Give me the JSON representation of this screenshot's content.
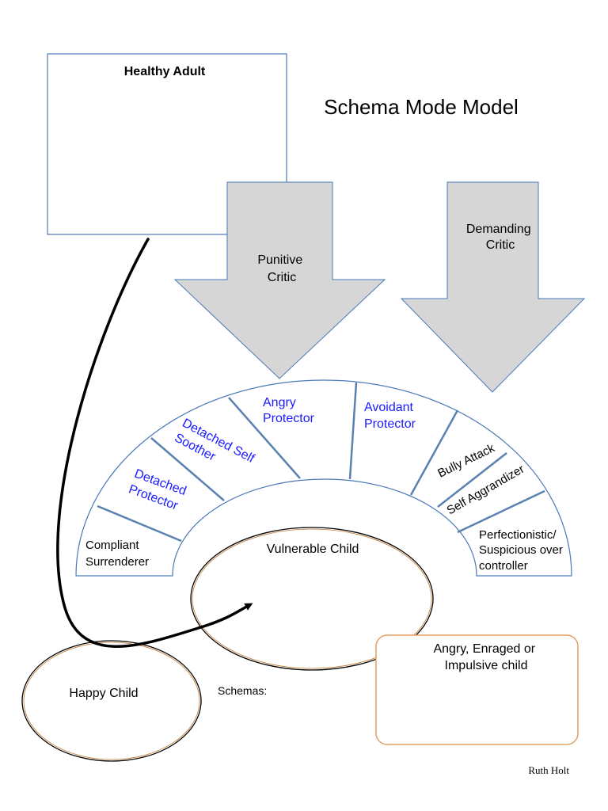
{
  "title": "Schema Mode Model",
  "healthy_adult": "Healthy Adult",
  "punitive_critic": [
    "Punitive",
    "Critic"
  ],
  "demanding_critic": [
    "Demanding",
    "Critic"
  ],
  "arc_modes": {
    "compliant_surrenderer": [
      "Compliant",
      "Surrenderer"
    ],
    "detached_protector": [
      "Detached",
      "Protector"
    ],
    "detached_self_soother": [
      "Detached Self",
      "Soother"
    ],
    "angry_protector": [
      "Angry",
      "Protector"
    ],
    "avoidant_protector": [
      "Avoidant",
      "Protector"
    ],
    "bully_attack": "Bully Attack",
    "self_aggrandizer": "Self Aggrandizer",
    "perfectionistic": [
      "Perfectionistic/",
      "Suspicious over",
      "controller"
    ]
  },
  "vulnerable_child": "Vulnerable Child",
  "happy_child": "Happy Child",
  "schemas_label": "Schemas:",
  "angry_child": [
    "Angry, Enraged or",
    "Impulsive child"
  ],
  "author": "Ruth Holt",
  "colors": {
    "protector_text": "#1a1aff",
    "arrow_fill": "#d6d6d6",
    "box_stroke": "#4a7ab8",
    "ellipse_stroke": "#8b4513",
    "angry_box_stroke": "#e0a060"
  }
}
